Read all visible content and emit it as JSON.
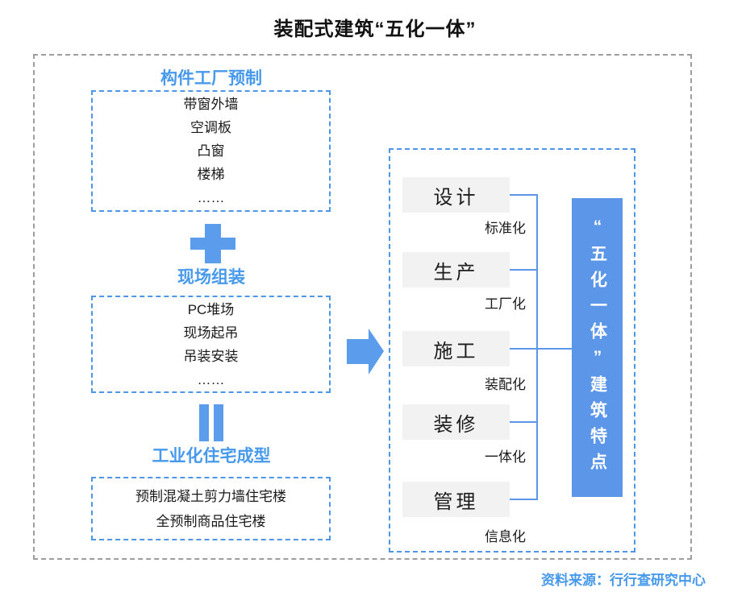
{
  "title": "装配式建筑“五化一体”",
  "colors": {
    "accent_blue": "#4799EB",
    "shape_blue": "#5B9CEC",
    "result_box_blue": "#5B96E8",
    "box_border_blue": "#4D96E8",
    "frame_gray": "#9d9d9d",
    "stage_box_gray": "#F2F2F2"
  },
  "icons": {
    "plus": "plus-icon",
    "equals": "equals-icon",
    "arrow": "arrow-right-icon"
  },
  "left_flow": {
    "stages": [
      {
        "heading": "构件工厂预制",
        "items": [
          "带窗外墙",
          "空调板",
          "凸窗",
          "楼梯",
          "……"
        ]
      },
      {
        "heading": "现场组装",
        "items": [
          "PC堆场",
          "现场起吊",
          "吊装安装",
          "……"
        ]
      },
      {
        "heading": "工业化住宅成型",
        "items": [
          "预制混凝土剪力墙住宅楼",
          "全预制商品住宅楼"
        ]
      }
    ]
  },
  "right_panel": {
    "stages": [
      {
        "label": "设计",
        "sub": "标准化"
      },
      {
        "label": "生产",
        "sub": "工厂化"
      },
      {
        "label": "施工",
        "sub": "装配化"
      },
      {
        "label": "装修",
        "sub": "一体化"
      },
      {
        "label": "管理",
        "sub": "信息化"
      }
    ],
    "result": "“五化一体”建筑特点"
  },
  "source": "资料来源：行行查研究中心"
}
